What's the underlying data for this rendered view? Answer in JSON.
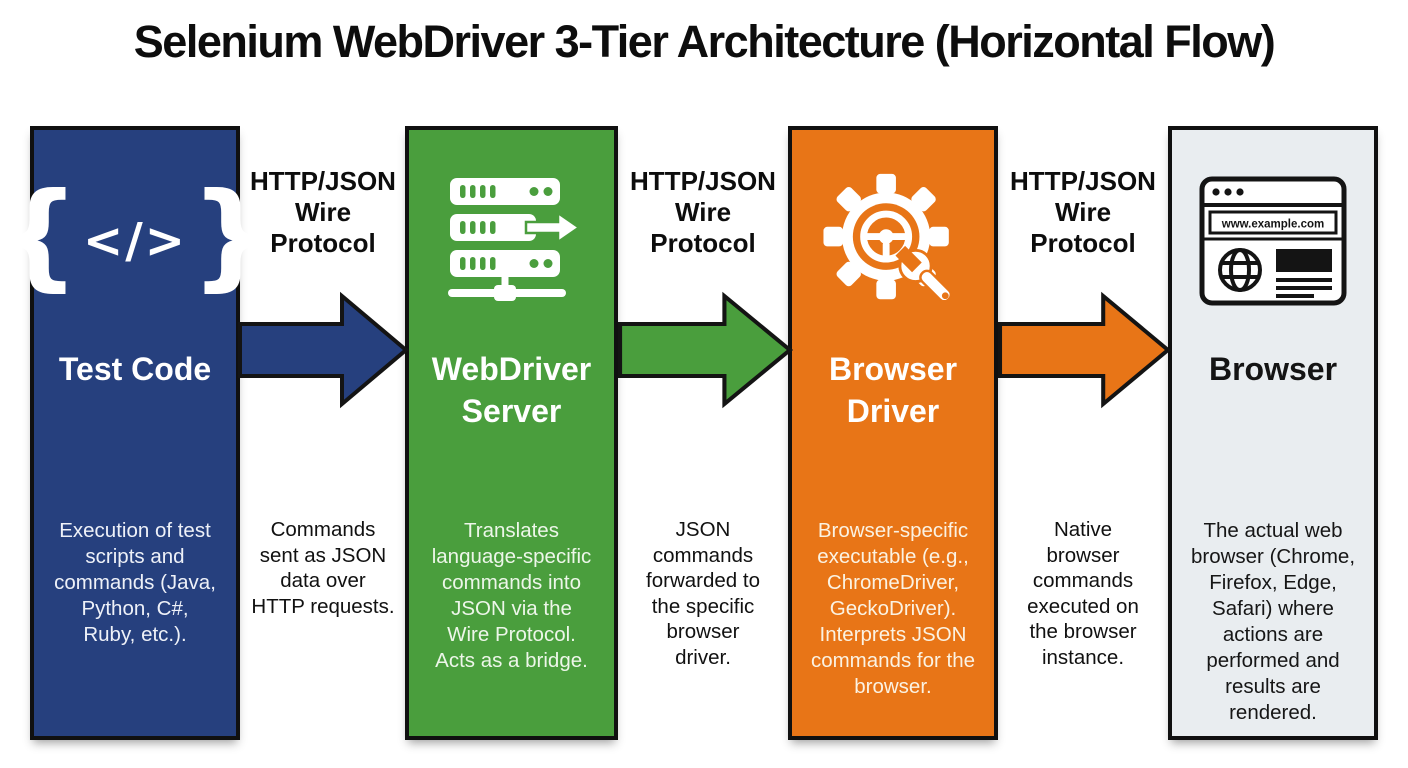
{
  "title": "Selenium WebDriver 3-Tier Architecture (Horizontal Flow)",
  "tiers": [
    {
      "id": "test-code",
      "label": "Test Code",
      "icon": "code-icon",
      "color": "#26407E",
      "description": "Execution of test\nscripts and\ncommands (Java,\nPython, C#,\nRuby, etc.)."
    },
    {
      "id": "webdriver-server",
      "label": "WebDriver\nServer",
      "icon": "server-stack-icon",
      "color": "#4A9E3D",
      "description": "Translates\nlanguage-specific\ncommands into\nJSON via the\nWire Protocol.\nActs as a bridge."
    },
    {
      "id": "browser-driver",
      "label": "Browser\nDriver",
      "icon": "gear-steering-wheel-wrench-icon",
      "color": "#E87517",
      "description": "Browser-specific\nexecutable (e.g.,\nChromeDriver,\nGeckoDriver).\nInterprets JSON\ncommands for the\nbrowser."
    },
    {
      "id": "browser",
      "label": "Browser",
      "icon": "browser-window-icon",
      "color": "#E9EDF0",
      "url_text": "www.example.com",
      "description": "The actual web\nbrowser (Chrome,\nFirefox, Edge,\nSafari) where\nactions are\nperformed and\nresults are\nrendered."
    }
  ],
  "connections": [
    {
      "label": "HTTP/JSON\nWire\nProtocol",
      "description": "Commands\nsent as JSON\ndata over\nHTTP requests.",
      "arrow_color": "#26407E"
    },
    {
      "label": "HTTP/JSON\nWire\nProtocol",
      "description": "JSON\ncommands\nforwarded to\nthe specific\nbrowser\ndriver.",
      "arrow_color": "#4A9E3D"
    },
    {
      "label": "HTTP/JSON\nWire\nProtocol",
      "description": "Native\nbrowser\ncommands\nexecuted on\nthe browser\ninstance.",
      "arrow_color": "#E87517"
    }
  ]
}
